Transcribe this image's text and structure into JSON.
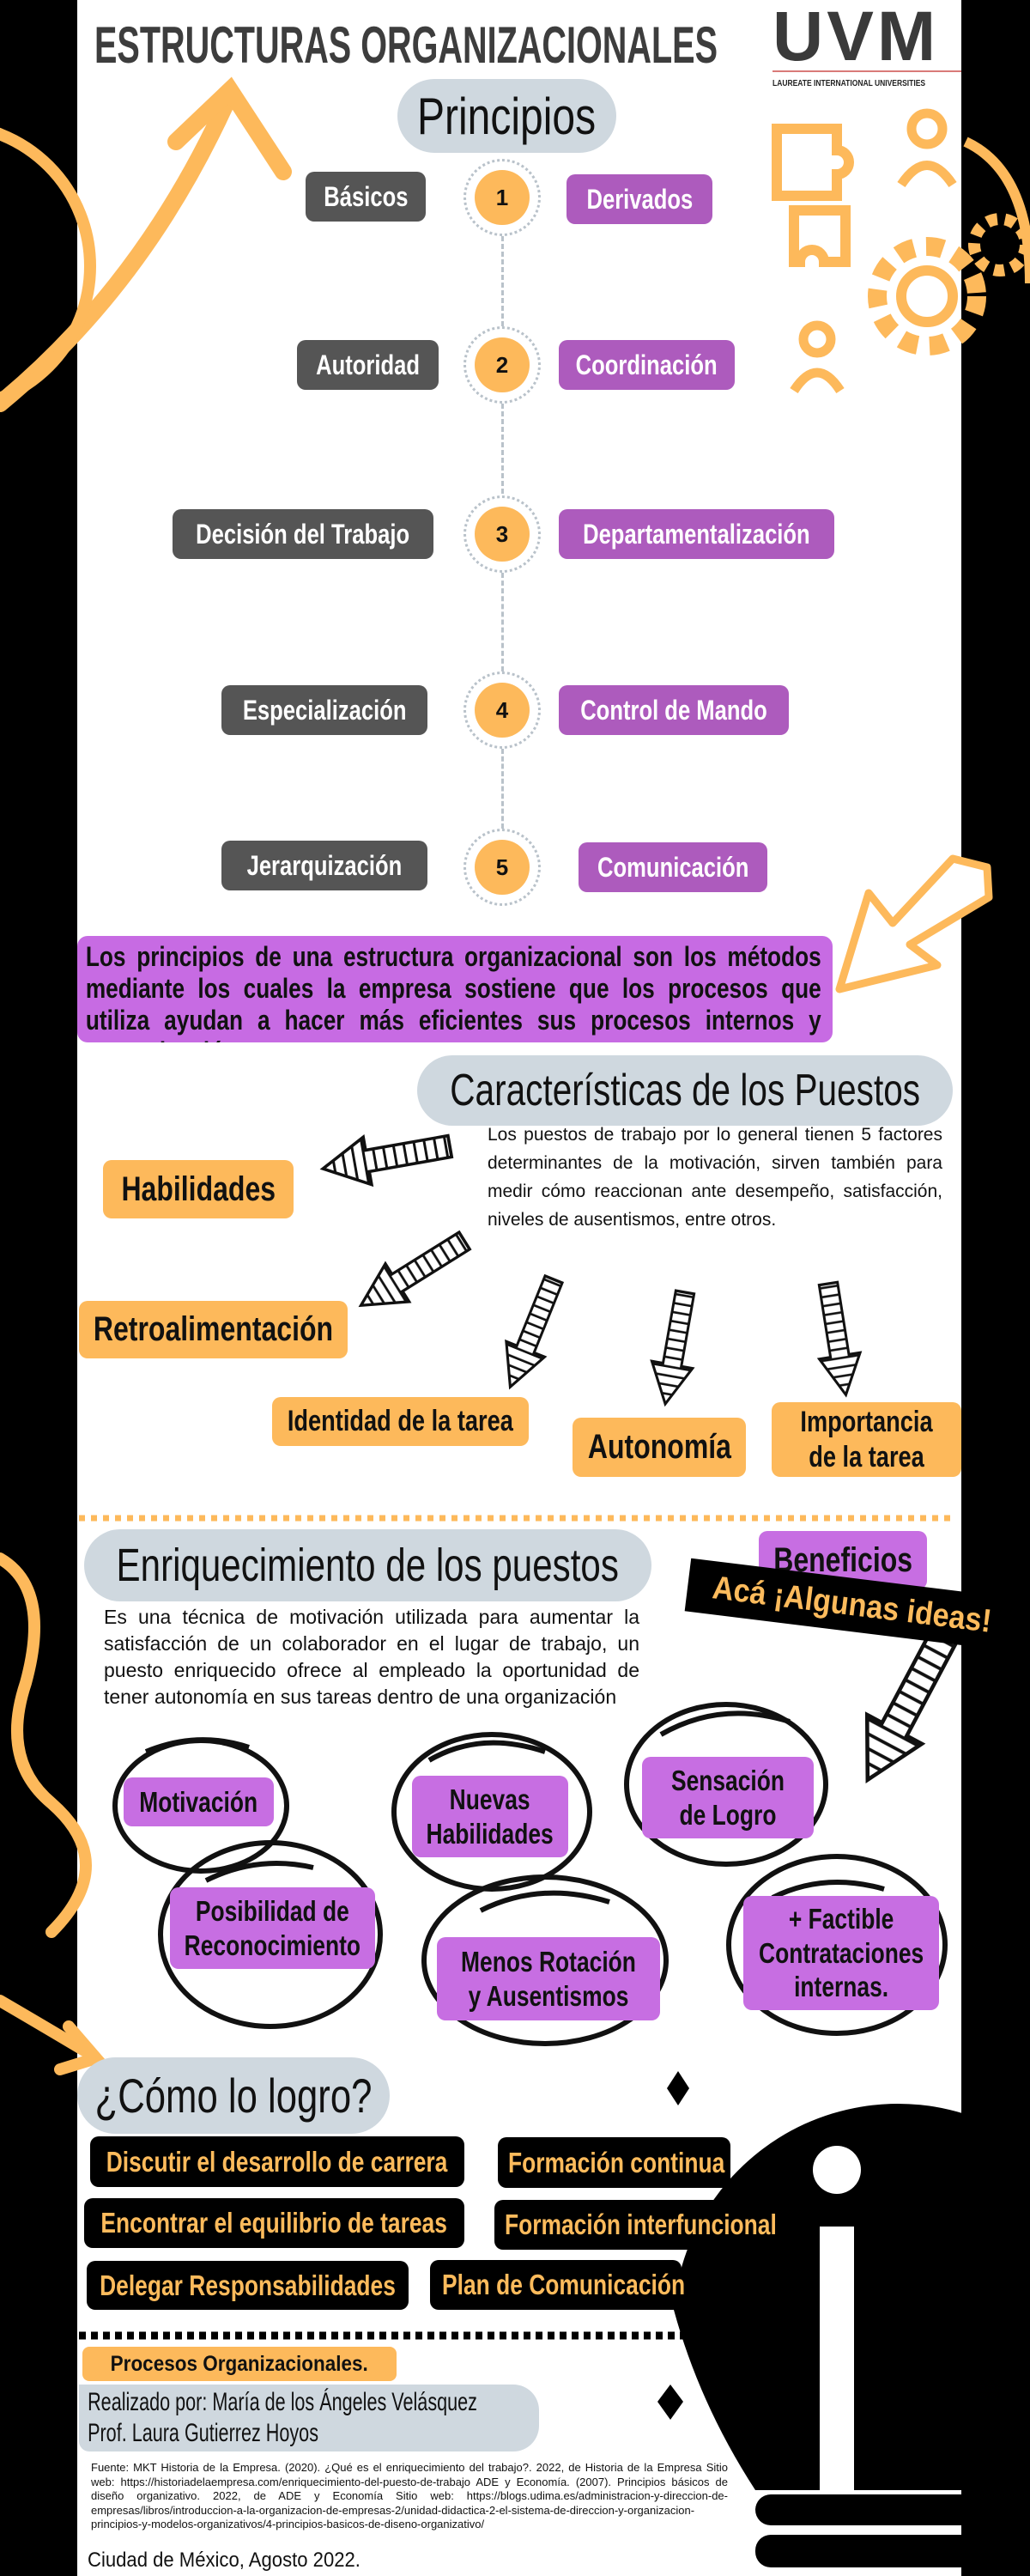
{
  "header": {
    "title": "ESTRUCTURAS ORGANIZACIONALES",
    "logo_text": "UVM",
    "logo_subtitle": "LAUREATE INTERNATIONAL UNIVERSITIES"
  },
  "principios": {
    "title": "Principios",
    "rows": [
      {
        "number": "1",
        "basic": "Básicos",
        "derived": "Derivados"
      },
      {
        "number": "2",
        "basic": "Autoridad",
        "derived": "Coordinación"
      },
      {
        "number": "3",
        "basic": "Decisión del Trabajo",
        "derived": "Departamentalización"
      },
      {
        "number": "4",
        "basic": "Especialización",
        "derived": "Control de Mando"
      },
      {
        "number": "5",
        "basic": "Jerarquización",
        "derived": "Comunicación"
      }
    ],
    "summary": "Los principios de una estructura organizacional son los métodos mediante los cuales la empresa sostiene que los procesos que utiliza ayudan a hacer más eficientes sus procesos internos y comunicación"
  },
  "caracteristicas": {
    "title": "Características de los Puestos",
    "description": "Los puestos de trabajo por lo general tienen 5 factores determinantes de la motivación, sirven también para medir cómo reaccionan ante desempeño, satisfacción, niveles de ausentismos, entre otros.",
    "factors": [
      "Habilidades",
      "Retroalimentación",
      "Identidad de la tarea",
      "Autonomía",
      "Importancia de la tarea"
    ]
  },
  "enriquecimiento": {
    "title": "Enriquecimiento de los puestos",
    "description": "Es una técnica de motivación utilizada para aumentar la satisfacción de un colaborador en el lugar de trabajo, un puesto enriquecido ofrece al empleado la oportunidad de tener autonomía en sus tareas dentro de una organización",
    "benefits_label": "Beneficios",
    "banner": "Acá ¡Algunas ideas!",
    "benefits": [
      "Motivación",
      "Nuevas Habilidades",
      "Sensación de Logro",
      "Posibilidad de Reconocimiento",
      "Menos Rotación y Ausentismos",
      "+ Factible Contrataciones internas."
    ]
  },
  "como": {
    "title": "¿Cómo lo logro?",
    "items": [
      "Discutir el desarrollo de carrera",
      "Formación continua",
      "Encontrar el equilibrio de tareas",
      "Formación interfuncional",
      "Delegar Responsabilidades",
      "Plan de Comunicación"
    ]
  },
  "footer": {
    "course": "Procesos Organizacionales.",
    "author": "Realizado por: María de los Ángeles Velásquez",
    "professor": "Prof. Laura Gutierrez Hoyos",
    "sources": "Fuente: MKT Historia de la Empresa. (2020). ¿Qué es el enriquecimiento del trabajo?. 2022, de Historia de la Empresa Sitio web: https://historiadelaempresa.com/enriquecimiento-del-puesto-de-trabajo ADE y Economía. (2007). Principios básicos de diseño organizativo. 2022, de ADE y Economía Sitio web: https://blogs.udima.es/administracion-y-direccion-de-empresas/libros/introduccion-a-la-organizacion-de-empresas-2/unidad-didactica-2-el-sistema-de-direccion-y-organizacion-principios-y-modelos-organizativos/4-principios-basicos-de-diseno-organizativo/",
    "place_date": "Ciudad de México, Agosto 2022."
  },
  "colors": {
    "background": "#000000",
    "panel": "#ffffff",
    "orange": "#fdb95b",
    "purple": "#ad5bbd",
    "light_purple": "#c76ee2",
    "dark_gray": "#555555",
    "pill_gray": "#cfd8df"
  },
  "icons": [
    "curved-arrow-icon",
    "puzzle-icon",
    "gear-icon",
    "person-icon",
    "hatched-arrow-icon",
    "lightbulb-icon"
  ]
}
